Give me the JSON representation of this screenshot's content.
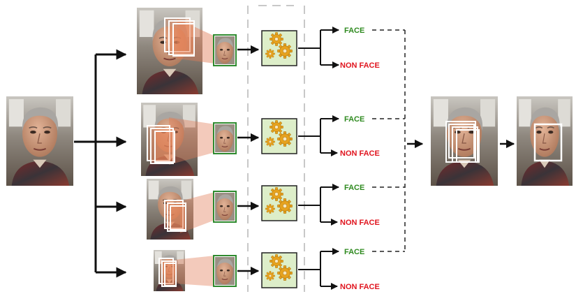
{
  "labels": {
    "face": "FACE",
    "non_face": "NON FACE"
  },
  "colors": {
    "face_text": "#2e8a1f",
    "non_face_text": "#e0141e",
    "crop_border": "#2f8a2f",
    "classifier_fill": "#ddeec9",
    "gear": "#e6a21e",
    "arrow": "#111111",
    "projection": "#e07a55",
    "scan_box": "#ffffff"
  },
  "icons": {
    "input": "portrait-photo-icon",
    "crop": "face-crop-thumbnail",
    "classifier": "gears-icon",
    "output": "detected-face-photo-icon"
  },
  "scales": [
    {
      "face": "FACE",
      "non_face": "NON FACE"
    },
    {
      "face": "FACE",
      "non_face": "NON FACE"
    },
    {
      "face": "FACE",
      "non_face": "NON FACE"
    },
    {
      "face": "FACE",
      "non_face": "NON FACE"
    }
  ]
}
